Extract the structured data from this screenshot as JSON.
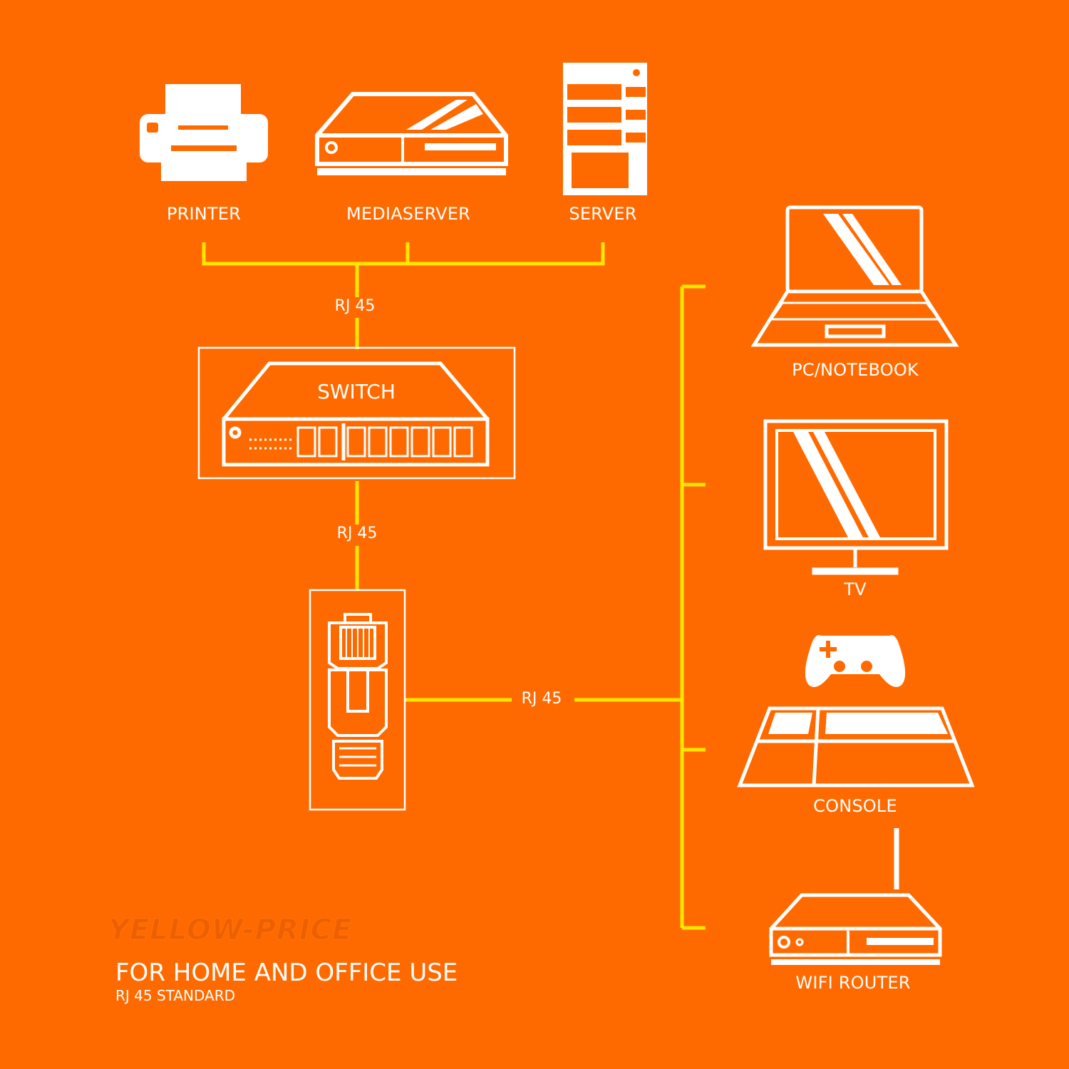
{
  "devices": {
    "printer": "PRINTER",
    "mediaserver": "MEDIASERVER",
    "server": "SERVER",
    "switch": "SWITCH",
    "pc": "PC/NOTEBOOK",
    "tv": "TV",
    "console": "CONSOLE",
    "router": "WIFI ROUTER"
  },
  "connections": {
    "top": "RJ 45",
    "middle": "RJ 45",
    "right": "RJ 45"
  },
  "footer": {
    "brand": "YELLOW-PRICE",
    "headline": "FOR HOME AND OFFICE USE",
    "subline": "RJ 45 STANDARD"
  },
  "colors": {
    "background": "#ff6a00",
    "lines": "#ffe600",
    "icons": "#ffffff"
  }
}
